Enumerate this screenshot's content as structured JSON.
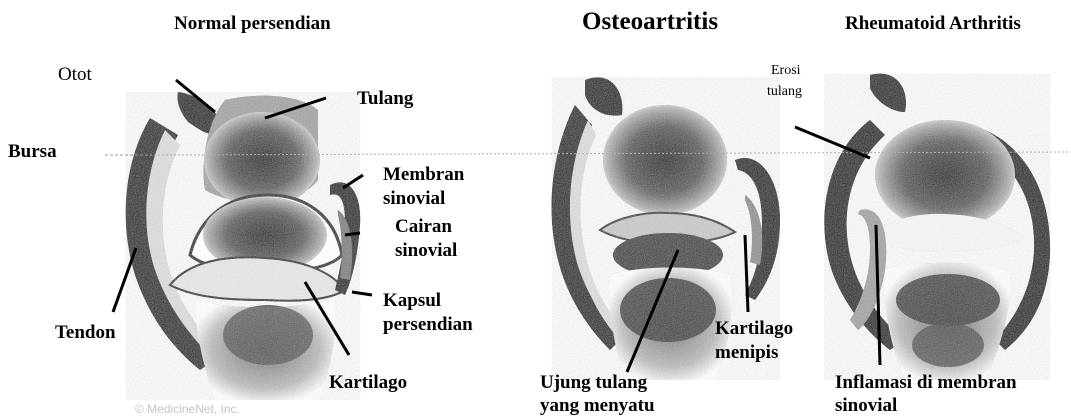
{
  "titles": {
    "normal": "Normal persendian",
    "osteo": "Osteoartritis",
    "rheuma": "Rheumatoid Arthritis"
  },
  "labels": {
    "otot": "Otot",
    "bursa": "Bursa",
    "tendon": "Tendon",
    "tulang": "Tulang",
    "membran_line1": "Membran",
    "membran_line2": "sinovial",
    "cairan_line1": "Cairan",
    "cairan_line2": "sinovial",
    "kapsul_line1": "Kapsul",
    "kapsul_line2": "persendian",
    "kartilago": "Kartilago",
    "ujung_line1": "Ujung tulang",
    "ujung_line2": "yang menyatu",
    "menipis_line1": "Kartilago",
    "menipis_line2": "menipis",
    "erosi_line1": "Erosi",
    "erosi_line2": "tulang",
    "inflamasi_line1": "Inflamasi di membran",
    "inflamasi_line2": "sinovial"
  },
  "credit": "© MedicineNet, Inc.",
  "colors": {
    "ink": "#000000",
    "bone": "#3a3a3a",
    "cartilage": "#bdbdbd",
    "credit": "#c4c4c4"
  }
}
